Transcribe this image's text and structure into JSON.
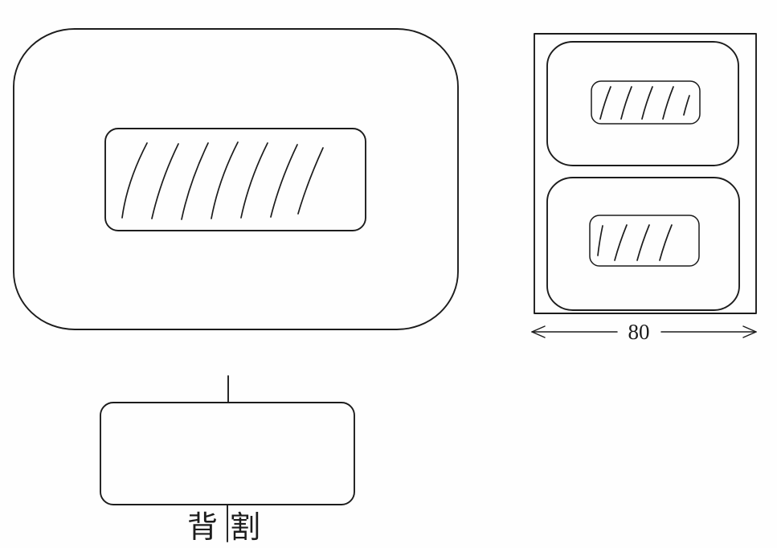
{
  "canvas": {
    "background": "#fefefe",
    "line_color": "#1c1c1c"
  },
  "end_view": {
    "width_dimension_label": "80"
  },
  "bottom_view": {
    "kerf_label": "背割",
    "kerf_label_char_1": "背",
    "kerf_label_char_2": "割"
  }
}
